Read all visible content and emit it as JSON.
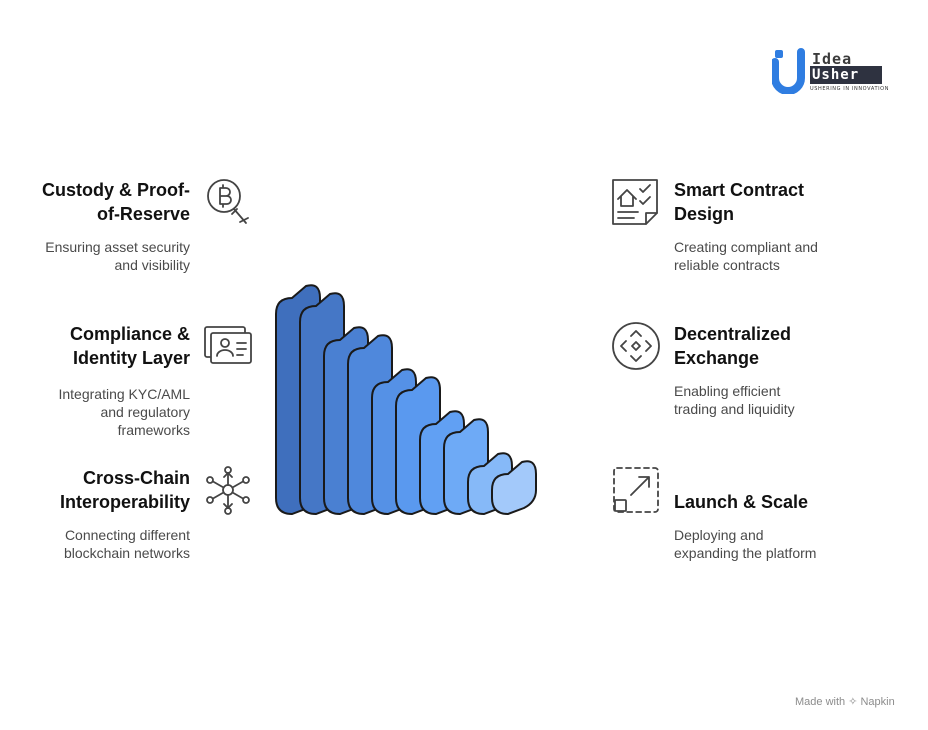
{
  "logo": {
    "word_top": "Idea",
    "word_bottom": "Usher",
    "tagline": "USHERING IN INNOVATION",
    "colors": {
      "blue": "#2f7de1",
      "dark": "#2e3240"
    }
  },
  "left_items": [
    {
      "title_lines": [
        "Custody & Proof-",
        "of-Reserve"
      ],
      "desc_lines": [
        "Ensuring asset security",
        "and visibility"
      ],
      "icon": "bitcoin-magnifier-icon"
    },
    {
      "title_lines": [
        "Compliance &",
        "Identity Layer"
      ],
      "desc_lines": [
        "Integrating KYC/AML",
        "and regulatory",
        "frameworks"
      ],
      "icon": "id-card-icon"
    },
    {
      "title_lines": [
        "Cross-Chain",
        "Interoperability"
      ],
      "desc_lines": [
        "Connecting different",
        "blockchain networks"
      ],
      "icon": "network-hub-icon"
    }
  ],
  "right_items": [
    {
      "title_lines": [
        "Smart Contract",
        "Design"
      ],
      "desc_lines": [
        "Creating compliant and",
        "reliable contracts"
      ],
      "icon": "contract-checklist-icon"
    },
    {
      "title_lines": [
        "Decentralized",
        "Exchange"
      ],
      "desc_lines": [
        "Enabling efficient",
        "trading and liquidity"
      ],
      "icon": "exchange-diamond-icon"
    },
    {
      "title_lines": [
        "Launch & Scale"
      ],
      "desc_lines": [
        "Deploying and",
        "expanding the platform"
      ],
      "icon": "expand-scale-icon"
    }
  ],
  "footer": {
    "made_with": "Made with",
    "brand": "Napkin"
  },
  "colors": {
    "steps": [
      "#3f6fbd",
      "#4577c6",
      "#4a80d2",
      "#4f88dc",
      "#5591e6",
      "#5a99ef",
      "#61a0f3",
      "#6eaaf6",
      "#86b9f8",
      "#a3c9fa"
    ],
    "outline": "#1a1a1a",
    "icon_stroke": "#444444"
  }
}
